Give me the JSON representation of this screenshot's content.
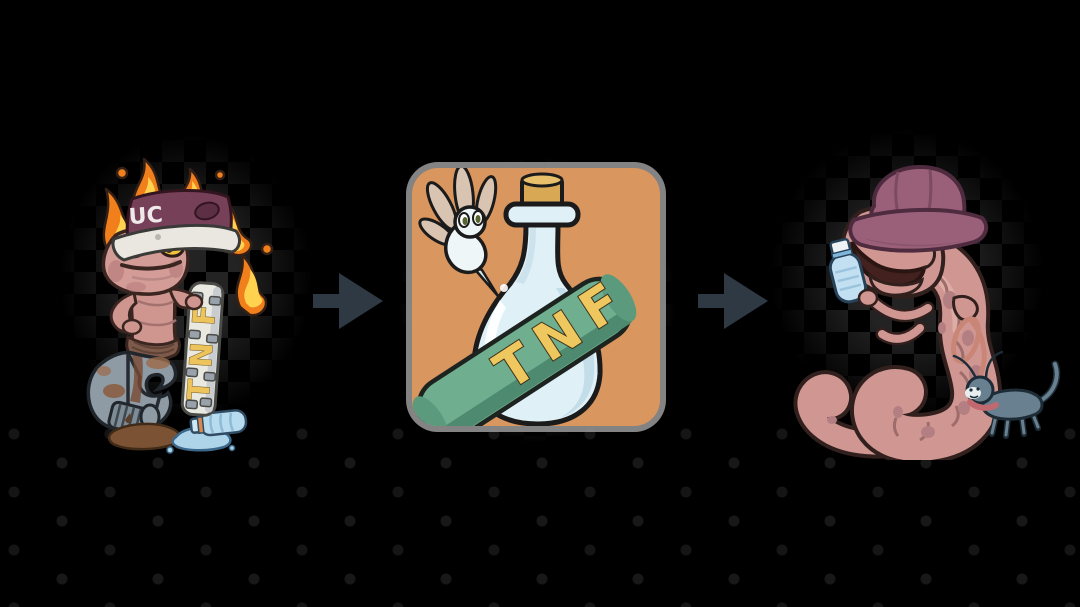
{
  "scene": {
    "background_color": "#000000"
  },
  "sequence": {
    "before": {
      "icon": "inflamed-worm-sticker",
      "cap_label": "UC",
      "strip_label": "TNF",
      "strip_letters": [
        "T",
        "N",
        "F"
      ],
      "colors": {
        "skin": "#d49c97",
        "cap_band": "#774059",
        "cap_brim": "#e9e7e0",
        "flame": "#f07f1c",
        "flame_inner": "#ffd24f",
        "hook": "#8e9aa4",
        "mud": "#7b5233",
        "spilled_water": "#aed4ea"
      }
    },
    "arrow_left": {
      "icon": "arrow-right-icon",
      "color": "#2e3944"
    },
    "treatment": {
      "icon": "tnf-potion-panel",
      "sash_label": "TNF",
      "sash_letters": [
        "T",
        "N",
        "F"
      ],
      "companion_icon": "mosquito-icon",
      "colors": {
        "panel": "#d9965f",
        "panel_edge": "#9a9a9a",
        "bottle_glass": "#dff0f7",
        "cork": "#d8a855",
        "sash": "#6fae8e",
        "letters": "#eec75f"
      }
    },
    "arrow_right": {
      "icon": "arrow-right-icon",
      "color": "#2e3944"
    },
    "after": {
      "icon": "happy-worm-sticker",
      "accessory_icons": [
        "bucket-hat-icon",
        "water-bottle-icon",
        "leash-icon",
        "cat-icon"
      ],
      "colors": {
        "skin": "#d09792",
        "hat": "#9a607a",
        "bottle": "#c3e0f2",
        "cat": "#68808f",
        "leash": "#c98677"
      }
    }
  }
}
